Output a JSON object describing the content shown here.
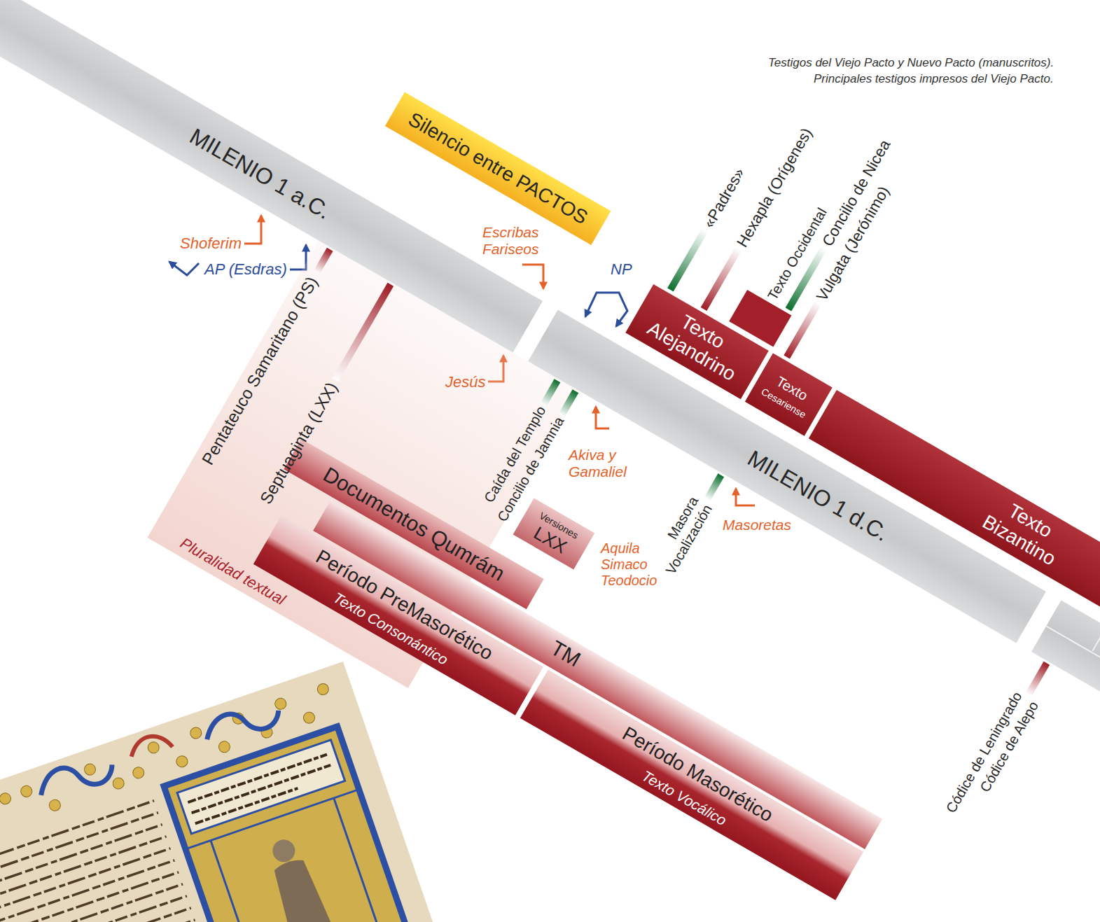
{
  "diagram": {
    "nodes": [
      {
        "text": [
          "MILENIO 1 a.C."
        ]
      },
      {
        "text": [
          "MILENIO 1 d.C."
        ]
      },
      {
        "text": [
          "Silencio entre PACTOS"
        ]
      },
      {
        "text": [
          "Texto Alejandrino"
        ]
      },
      {
        "text": [
          "Texto",
          "Cesariense"
        ]
      },
      {
        "text": [
          "Texto Bizantino"
        ]
      },
      {
        "text": [
          "Texto Occidental"
        ]
      },
      {
        "text": [
          "Pluralidad textual"
        ]
      },
      {
        "text": [
          "Documentos Qumrám"
        ]
      },
      {
        "text": [
          "Versiones",
          "LXX"
        ]
      },
      {
        "text": [
          "TM"
        ]
      },
      {
        "text": [
          "Período PreMasorético",
          "Texto Consonántico"
        ]
      },
      {
        "text": [
          "Período Masorético",
          "Texto Vocálico"
        ]
      }
    ],
    "labels": [
      "Testigos del Viejo Pacto y Nuevo Pacto (manuscritos).",
      "Principales testigos impresos del Viejo Pacto.",
      "Shoferim",
      "AP (Esdras)",
      "Escribas Fariseos",
      "Jesús",
      "NP",
      "Pentateuco Samaritano (PS)",
      "Septuaginta (LXX)",
      "«Padres»",
      "Hexapla (Orígenes)",
      "Concilio de Nicea",
      "Vulgata (Jerónimo)",
      "Caída del Templo",
      "Concilio de Jamnia",
      "Akiva y Gamaliel",
      "Aquila Simaco Teodocio",
      "Masora Vocalización",
      "Masoretas",
      "Códice de Leningrado",
      "Códice de Alepo"
    ]
  }
}
